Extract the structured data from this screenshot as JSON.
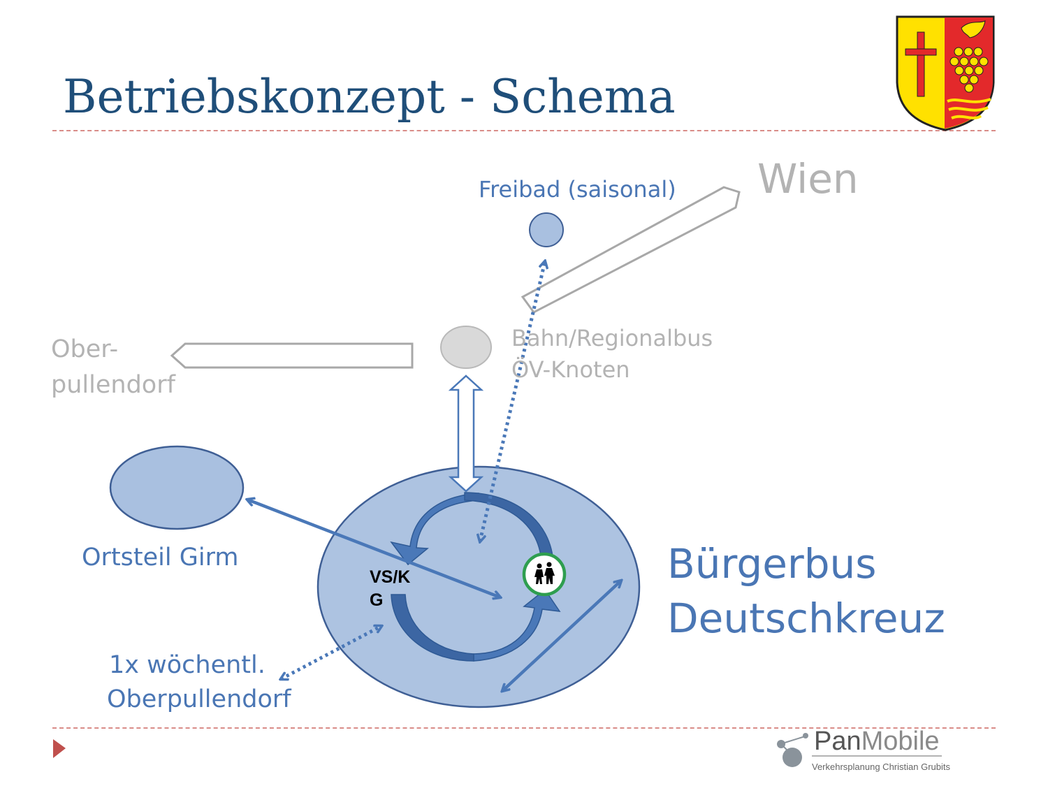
{
  "title": "Betriebskonzept - Schema",
  "labels": {
    "wien": "Wien",
    "freibad": "Freibad (saisonal)",
    "bahn_line1": "Bahn/Regionalbus",
    "bahn_line2": "ÖV-Knoten",
    "oberpullendorf_line1": "Ober-",
    "oberpullendorf_line2": "pullendorf",
    "ortsteil": "Ortsteil Girm",
    "woechentl_line1": "1x wöchentl.",
    "woechentl_line2": "Oberpullendorf",
    "buergerbus_line1": "Bürgerbus",
    "buergerbus_line2": "Deutschkreuz",
    "school_line1": "VS/K",
    "school_line2": "G"
  },
  "logo": {
    "brand_pan": "Pan",
    "brand_mobile": "Mobile",
    "tagline": "Verkehrsplanung Christian Grubits"
  },
  "icons": [
    "coat-of-arms-icon",
    "school-children-icon",
    "triangle-bullet-icon",
    "panmobile-logo-icon"
  ],
  "colors": {
    "title": "#1f4e79",
    "label_blue": "#4a76b4",
    "label_gray": "#b3b3b3",
    "node_fill": "#a9c0e0",
    "node_stroke": "#3f5f95",
    "arrow_blue": "#4a78b8",
    "node_gray": "#d9d9d9",
    "dashed_rule": "#d98c88",
    "bullet_red": "#c0504d"
  }
}
